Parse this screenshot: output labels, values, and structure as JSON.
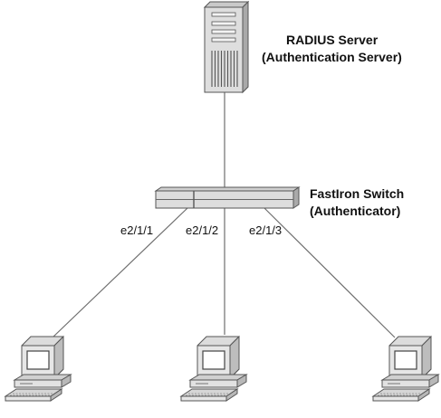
{
  "server": {
    "name": "RADIUS Server",
    "role": "(Authentication Server)",
    "icon": "server-tower-icon"
  },
  "switch": {
    "name": "FastIron Switch",
    "role": "(Authenticator)",
    "icon": "network-switch-icon"
  },
  "ports": [
    {
      "label": "e2/1/1"
    },
    {
      "label": "e2/1/2"
    },
    {
      "label": "e2/1/3"
    }
  ],
  "clients": [
    {
      "icon": "desktop-computer-icon"
    },
    {
      "icon": "desktop-computer-icon"
    },
    {
      "icon": "desktop-computer-icon"
    }
  ],
  "colors": {
    "line": "#6f6f6f",
    "device_fill": "#d9d9d9",
    "device_stroke": "#555555"
  }
}
